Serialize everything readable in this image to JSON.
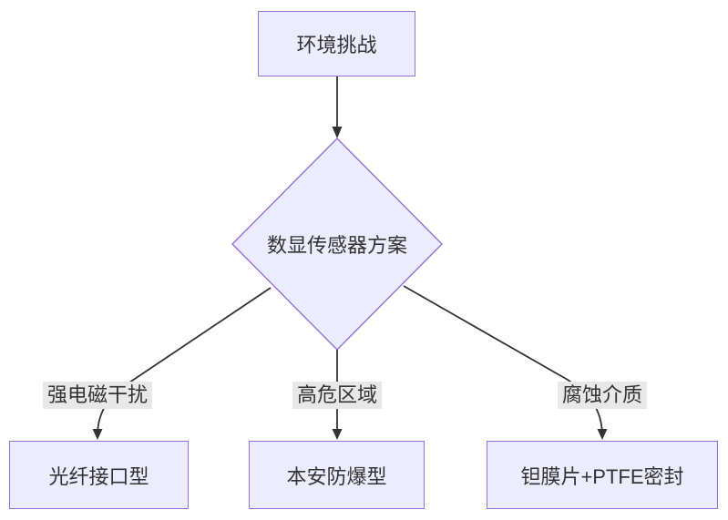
{
  "diagram": {
    "type": "flowchart-top-down",
    "nodes": {
      "root": {
        "label": "环境挑战",
        "shape": "rect"
      },
      "decision": {
        "label": "数显传感器方案",
        "shape": "diamond"
      },
      "fiber": {
        "label": "光纤接口型",
        "shape": "rect"
      },
      "intrinsic": {
        "label": "本安防爆型",
        "shape": "rect"
      },
      "tantalum": {
        "label": "钽膜片+PTFE密封",
        "shape": "rect"
      }
    },
    "edges": [
      {
        "from": "root",
        "to": "decision",
        "label": ""
      },
      {
        "from": "decision",
        "to": "fiber",
        "label": "强电磁干扰"
      },
      {
        "from": "decision",
        "to": "intrinsic",
        "label": "高危区域"
      },
      {
        "from": "decision",
        "to": "tantalum",
        "label": "腐蚀介质"
      }
    ],
    "edge_labels": {
      "emi": "强电磁干扰",
      "hazard": "高危区域",
      "corrosive": "腐蚀介质"
    },
    "colors": {
      "node_fill": "#ECECFF",
      "node_border": "#9370DB",
      "edge_line": "#333333",
      "arrowhead": "#333333",
      "edge_label_bg": "#e8e8e8",
      "text": "#333333",
      "background": "#ffffff"
    }
  }
}
